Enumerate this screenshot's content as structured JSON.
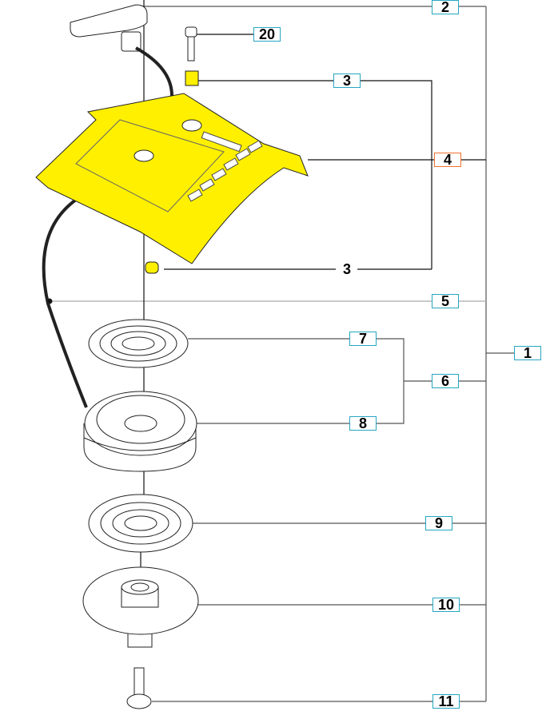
{
  "diagram": {
    "callouts": [
      {
        "id": "2",
        "label": "2"
      },
      {
        "id": "20",
        "label": "20"
      },
      {
        "id": "3a",
        "label": "3"
      },
      {
        "id": "4",
        "label": "4"
      },
      {
        "id": "3b",
        "label": "3"
      },
      {
        "id": "5",
        "label": "5"
      },
      {
        "id": "7",
        "label": "7"
      },
      {
        "id": "6",
        "label": "6"
      },
      {
        "id": "8",
        "label": "8"
      },
      {
        "id": "1",
        "label": "1"
      },
      {
        "id": "9",
        "label": "9"
      },
      {
        "id": "10",
        "label": "10"
      },
      {
        "id": "11",
        "label": "11"
      }
    ],
    "colors": {
      "part_highlight": "#fff000",
      "callout_border": "#27a6c0",
      "selected_border": "#f07030"
    }
  }
}
